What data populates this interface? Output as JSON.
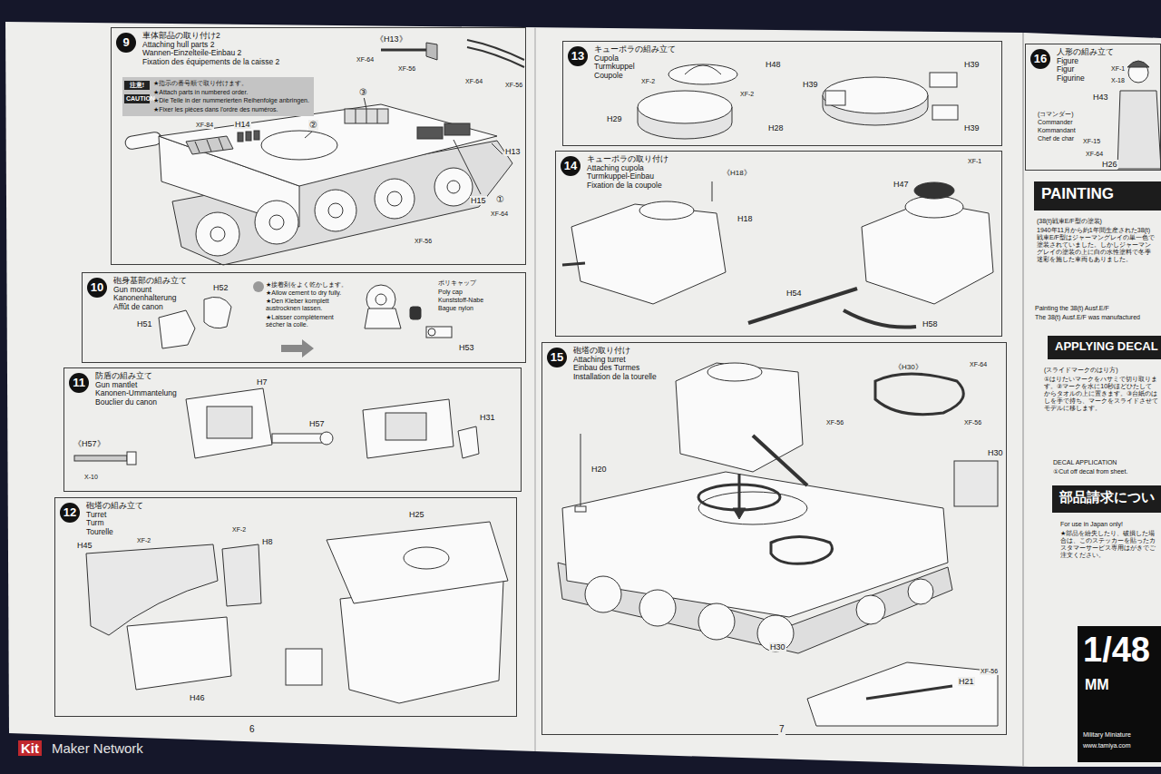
{
  "diagram": {
    "nodes": [
      {
        "text": [
          "9",
          "車体部品の取り付け2",
          "Attaching hull parts 2",
          "Wannen-Einzelteile-Einbau 2",
          "Fixation des équipements de la caisse 2"
        ]
      },
      {
        "text": [
          "注意!",
          "CAUTION",
          "★指示の番号順で取り付けます。",
          "★Attach parts in numbered order.",
          "★Die Teile in der nummerierten Reihenfolge anbringen.",
          "★Fixer les pièces dans l'ordre des numéros."
        ],
        "in": 0
      },
      {
        "text": [
          "10",
          "砲身基部の組み立て",
          "Gun mount",
          "Kanonenhalterung",
          "Affût de canon"
        ]
      },
      {
        "text": [
          "11",
          "防盾の組み立て",
          "Gun mantlet",
          "Kanonen-Ummantelung",
          "Bouclier du canon"
        ]
      },
      {
        "text": [
          "12",
          "砲塔の組み立て",
          "Turret",
          "Turm",
          "Tourelle"
        ]
      },
      {
        "text": [
          "13",
          "キューポラの組み立て",
          "Cupola",
          "Turmkuppel",
          "Coupole"
        ]
      },
      {
        "text": [
          "14",
          "キューポラの取り付け",
          "Attaching cupola",
          "Turmkuppel-Einbau",
          "Fixation de la coupole"
        ]
      },
      {
        "text": [
          "15",
          "砲塔の取り付け",
          "Attaching turret",
          "Einbau des Turmes",
          "Installation de la tourelle"
        ]
      },
      {
        "text": [
          "16",
          "人形の組み立て",
          "Figure",
          "Figur",
          "Figurine"
        ]
      },
      {
        "text": [
          "PAINTING"
        ]
      },
      {
        "text": [
          "APPLYING DECAL"
        ]
      },
      {
        "text": [
          "部品請求につい"
        ]
      },
      {
        "text": [
          "1/48",
          "MM",
          "Military Miniature",
          "www.tamiya.com"
        ]
      }
    ],
    "labels": [
      "《H13》",
      "XF-64",
      "XF-56",
      "XF-64",
      "XF-56",
      "XF-84",
      "H14",
      "③",
      "②",
      "H13",
      "H15",
      "①",
      "XF-64",
      "XF-56",
      "★接着剤をよく乾かします。",
      "★Allow cement to dry fully.",
      "★Den Kleber komplett austrocknen lassen.",
      "★Laisser complètement sécher la colle.",
      "H52",
      "H51",
      "ポリキャップ",
      "Poly cap",
      "Kunststoff-Nabe",
      "Bague nylon",
      "H53",
      "H7",
      "H57",
      "《H57》",
      "X-10",
      "H31",
      "H45",
      "XF-2",
      "XF-2",
      "H8",
      "H25",
      "H46",
      "6",
      "H48",
      "XF-2",
      "XF-2",
      "H29",
      "H28",
      "H39",
      "H39",
      "H39",
      "《H18》",
      "H18",
      "XF-1",
      "H47",
      "H54",
      "H58",
      "《H30》",
      "XF-64",
      "XF-56",
      "XF-56",
      "H30",
      "H20",
      "H30",
      "H21",
      "XF-56",
      "7",
      "XF-1",
      "X-18",
      "H43",
      "(コマンダー)",
      "Commander",
      "Kommandant",
      "Chef de char",
      "XF-15",
      "XF-64",
      "H26",
      "(38(t)戦車E/F型の塗装)",
      "1940年11月から約1年間生産された38(t)戦車E/F型はジャーマングレイの単一色で塗装されていました。しかしジャーマングレイの塗装の上に白の水性塗料で冬季迷彩を施した車両もありました。",
      "Painting the 38(t) Ausf.E/F",
      "The 38(t) Ausf.E/F was manufactured",
      "(スライドマークのはり方)",
      "①はりたいマークをハサミで切り取ります。②マークを水に10秒ほどひたしてからタオルの上に置きます。③台紙のはしを手で持ち、マークをスライドさせてモデルに移します。",
      "DECAL APPLICATION",
      "①Cut off decal from sheet.",
      "For use in Japan only!",
      "★部品を紛失したり、破損した場合は、このステッカーを貼ったカスタマーサービス専用はがきでご注文ください。",
      "Kit",
      "Maker Network"
    ]
  }
}
